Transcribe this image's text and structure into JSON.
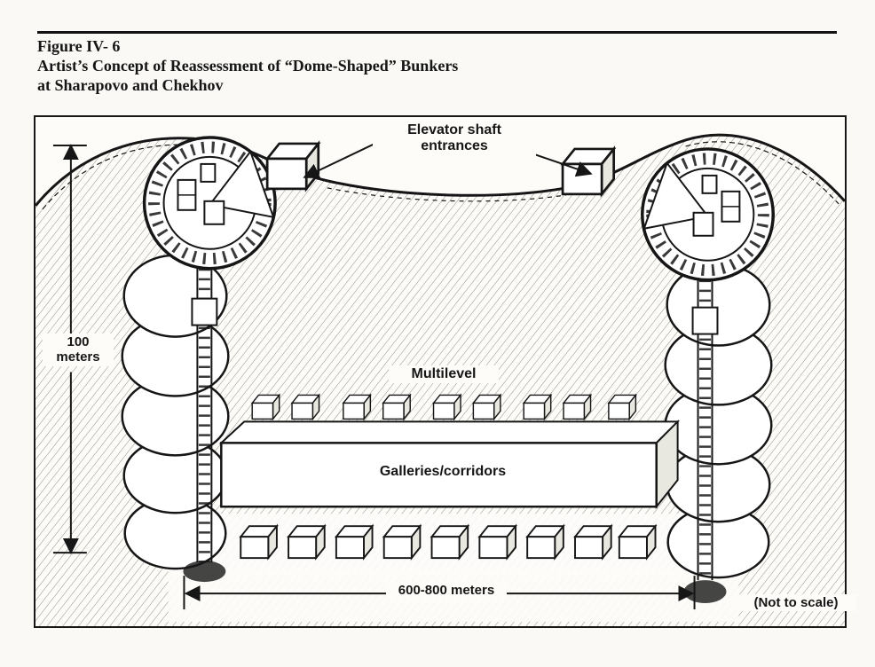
{
  "figure": {
    "label": "Figure IV- 6",
    "caption_line1": "Artist’s Concept of Reassessment of “Dome-Shaped” Bunkers",
    "caption_line2": "at Sharapovo and Chekhov"
  },
  "illustration": {
    "labels": {
      "elevator_line1": "Elevator shaft",
      "elevator_line2": "entrances",
      "multilevel": "Multilevel",
      "galleries": "Galleries/corridors",
      "height_value": "100",
      "height_unit": "meters",
      "width_dimension": "600-800 meters",
      "scale_note": "(Not to scale)"
    },
    "dimensions": {
      "depth_meters": "100 meters",
      "width_meters": "600-800 meters"
    },
    "colors": {
      "ink": "#161616",
      "paper": "#faf9f5"
    }
  }
}
